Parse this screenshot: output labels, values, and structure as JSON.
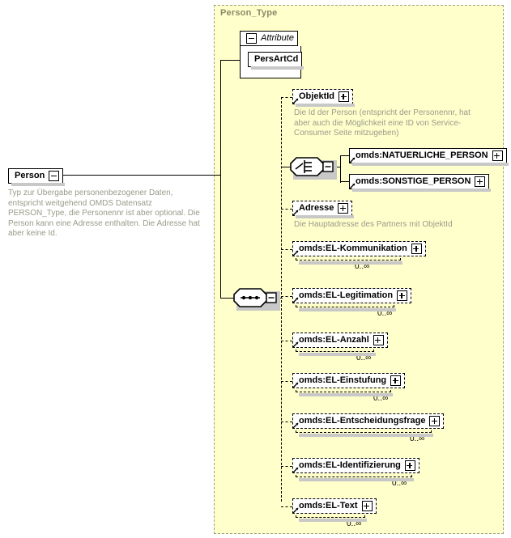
{
  "diagram": {
    "kind": "xsd-schema-tree",
    "type_panel_label": "Person_Type",
    "root": {
      "name": "Person",
      "expander": "minus",
      "description": "Typ zur Übergabe personenbezogener Daten, entspricht weitgehend OMDS Datensatz PERSON_Type, die Personennr ist aber optional. Die Person kann eine Adresse enthalten. Die Adresse hat aber keine Id."
    },
    "attribute_group": {
      "label": "Attribute",
      "expander": "minus",
      "attributes": [
        {
          "name": "PersArtCd"
        }
      ]
    },
    "compositors": {
      "choice": "choice-compositor",
      "sequence": "sequence-compositor"
    },
    "elements": [
      {
        "name": "ObjektId",
        "expander": "plus",
        "optional": true,
        "repeating": false,
        "occurs": "",
        "annotation": "Die Id der Person (entspricht der Personennr, hat aber auch die Möglichkeit eine ID von Service-Consumer Seite mitzugeben)"
      },
      {
        "name": "Adresse",
        "expander": "plus",
        "optional": true,
        "repeating": false,
        "occurs": "",
        "annotation": "Die Hauptadresse des Partners mit ObjektId"
      },
      {
        "name": "omds:EL-Kommunikation",
        "expander": "plus",
        "optional": true,
        "repeating": true,
        "occurs": "0..∞",
        "annotation": ""
      },
      {
        "name": "omds:EL-Legitimation",
        "expander": "plus",
        "optional": true,
        "repeating": true,
        "occurs": "0..∞",
        "annotation": ""
      },
      {
        "name": "omds:EL-Anzahl",
        "expander": "plus",
        "optional": true,
        "repeating": true,
        "occurs": "0..∞",
        "annotation": ""
      },
      {
        "name": "omds:EL-Einstufung",
        "expander": "plus",
        "optional": true,
        "repeating": true,
        "occurs": "0..∞",
        "annotation": ""
      },
      {
        "name": "omds:EL-Entscheidungsfrage",
        "expander": "plus",
        "optional": true,
        "repeating": true,
        "occurs": "0..∞",
        "annotation": ""
      },
      {
        "name": "omds:EL-Identifizierung",
        "expander": "plus",
        "optional": true,
        "repeating": true,
        "occurs": "0..∞",
        "annotation": ""
      },
      {
        "name": "omds:EL-Text",
        "expander": "plus",
        "optional": true,
        "repeating": true,
        "occurs": "0..∞",
        "annotation": ""
      }
    ],
    "choice_branches": [
      {
        "name": "omds:NATUERLICHE_PERSON",
        "expander": "plus"
      },
      {
        "name": "omds:SONSTIGE_PERSON",
        "expander": "plus"
      }
    ],
    "colors": {
      "panel_background": "#ffffcc",
      "panel_border": "#a0a080",
      "node_border": "#000000",
      "annotation_text": "#9a9a8a",
      "panel_title": "#8a8a6a",
      "shadow": "#c8c8c8"
    }
  }
}
